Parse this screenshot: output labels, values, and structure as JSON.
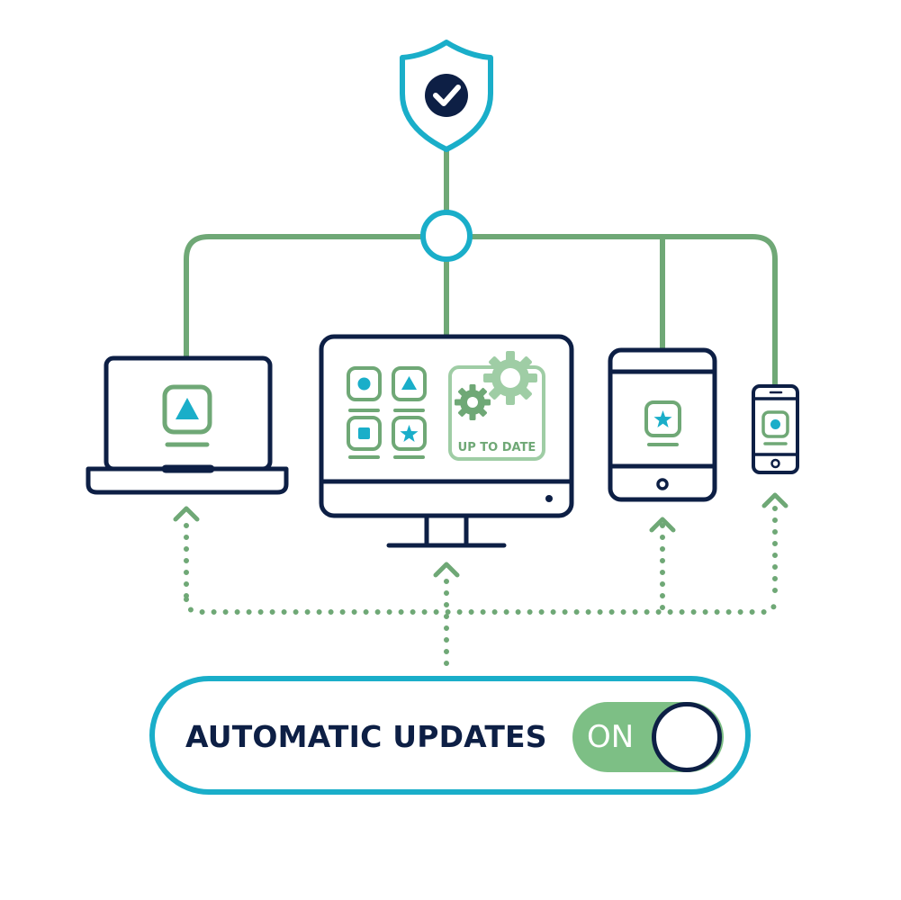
{
  "monitor": {
    "status_label": "UP TO DATE"
  },
  "toggle": {
    "label": "AUTOMATIC UPDATES",
    "state": "ON"
  },
  "colors": {
    "navy": "#0d1f45",
    "green": "#6fa876",
    "light_green": "#9fcda5",
    "switch_green": "#7dbf85",
    "cyan": "#1aaec9"
  },
  "icons": {
    "security": "shield-check-icon",
    "hub": "hub-node",
    "settings": "gear-icon",
    "laptop_app": "triangle-icon",
    "tablet_app": "star-icon",
    "phone_app": "circle-icon"
  }
}
